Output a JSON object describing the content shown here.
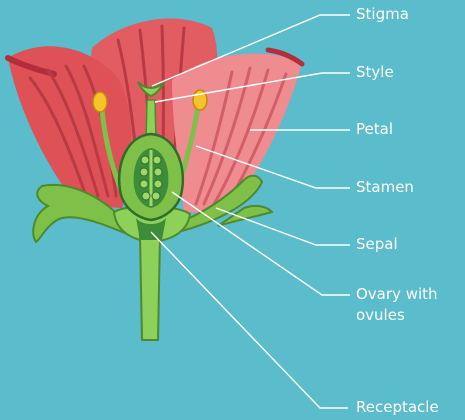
{
  "diagram": {
    "labels": {
      "stigma": "Stigma",
      "style": "Style",
      "petal": "Petal",
      "stamen": "Stamen",
      "sepal": "Sepal",
      "ovary_line1": "Ovary with",
      "ovary_line2": "ovules",
      "receptacle": "Receptacle"
    }
  }
}
